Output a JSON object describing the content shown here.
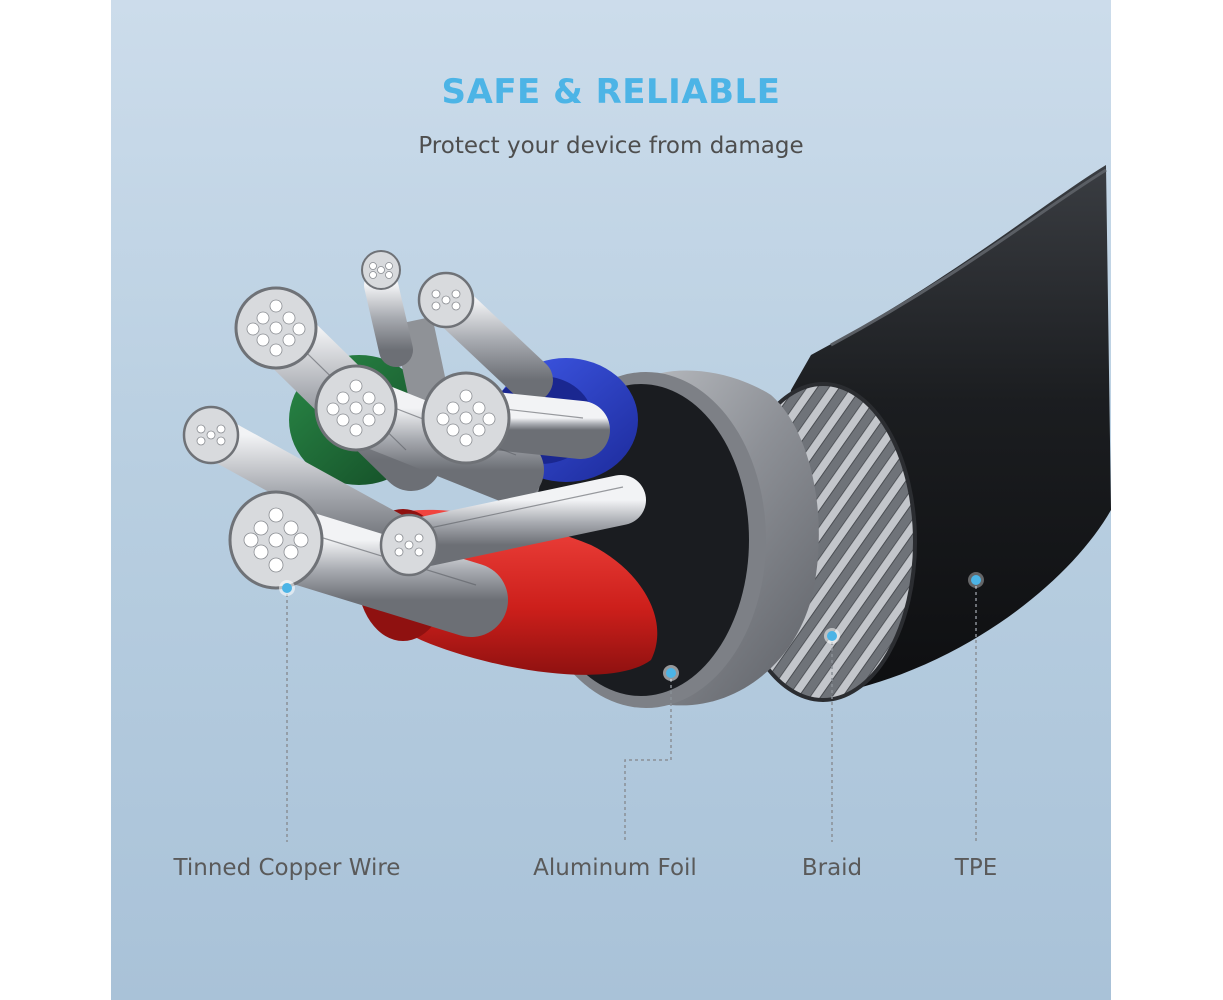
{
  "colors": {
    "accent": "#4cb4e6",
    "jacket": "#1e2024",
    "foil": "#9a9da2",
    "red_core": "#d5231f",
    "blue_core": "#2a3fc8",
    "green_core": "#1d6a36"
  },
  "hero": {
    "headline": "SAFE & RELIABLE",
    "subheadline": "Protect your device from damage"
  },
  "callouts": [
    {
      "label": "Tinned Copper Wire"
    },
    {
      "label": "Aluminum Foil"
    },
    {
      "label": "Braid"
    },
    {
      "label": "TPE"
    }
  ]
}
